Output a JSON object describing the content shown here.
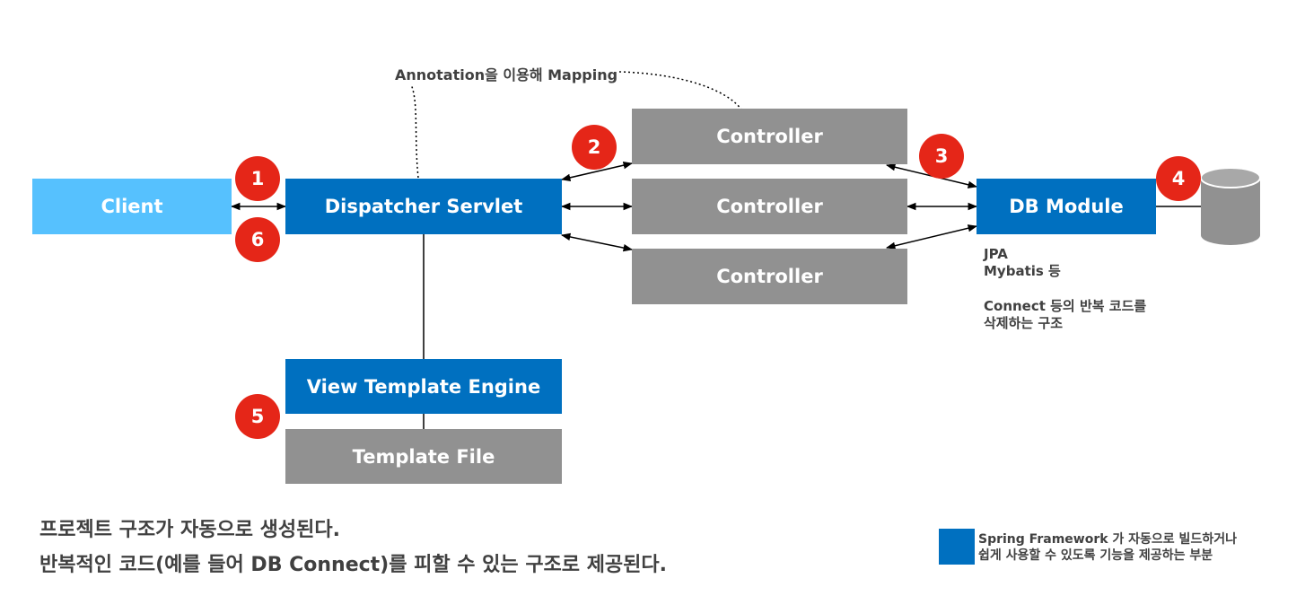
{
  "annotation": "Annotation을 이용해 Mapping",
  "nodes": {
    "client": "Client",
    "dispatcher": "Dispatcher Servlet",
    "controllers": [
      "Controller",
      "Controller",
      "Controller"
    ],
    "db_module": "DB Module",
    "view_engine": "View Template Engine",
    "template_file": "Template File"
  },
  "badges": [
    "1",
    "2",
    "3",
    "4",
    "5",
    "6"
  ],
  "db_notes": {
    "line1": "JPA",
    "line2": "Mybatis 등",
    "line3": "Connect 등의 반복 코드를",
    "line4": "삭제하는 구조"
  },
  "caption": {
    "line1": "프로젝트 구조가 자동으로 생성된다.",
    "line2": "반복적인 코드(예를 들어 DB Connect)를 피할 수 있는 구조로 제공된다."
  },
  "legend": {
    "line1": "Spring Framework 가 자동으로 빌드하거나",
    "line2": "쉽게 사용할 수 있도록 기능을 제공하는 부분",
    "color": "#0070c0"
  },
  "colors": {
    "client": "#56c1fe",
    "spring_blue": "#0070c0",
    "gray_box": "#919191",
    "badge_red": "#e52618"
  }
}
